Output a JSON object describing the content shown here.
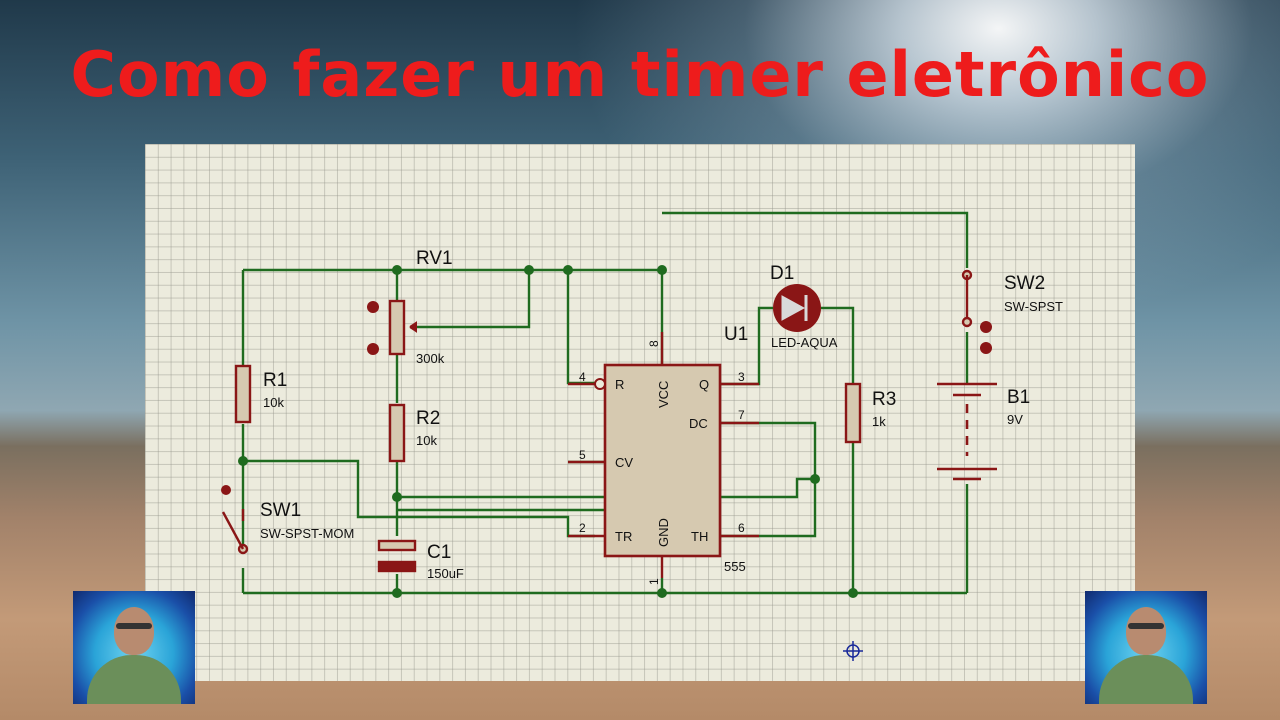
{
  "title": "Como fazer um timer eletrônico",
  "components": {
    "rv1": {
      "ref": "RV1",
      "value": "300k"
    },
    "r1": {
      "ref": "R1",
      "value": "10k"
    },
    "r2": {
      "ref": "R2",
      "value": "10k"
    },
    "r3": {
      "ref": "R3",
      "value": "1k"
    },
    "c1": {
      "ref": "C1",
      "value": "150uF"
    },
    "d1": {
      "ref": "D1",
      "value": "LED-AQUA"
    },
    "u1": {
      "ref": "U1",
      "value": "555"
    },
    "sw1": {
      "ref": "SW1",
      "value": "SW-SPST-MOM"
    },
    "sw2": {
      "ref": "SW2",
      "value": "SW-SPST"
    },
    "b1": {
      "ref": "B1",
      "value": "9V"
    }
  },
  "ic_pins": {
    "r": "R",
    "vcc": "VCC",
    "q": "Q",
    "dc": "DC",
    "cv": "CV",
    "tr": "TR",
    "gnd": "GND",
    "th": "TH",
    "n4": "4",
    "n8": "8",
    "n3": "3",
    "n7": "7",
    "n5": "5",
    "n2": "2",
    "n1": "1",
    "n6": "6"
  },
  "colors": {
    "title": "#ee1c1c",
    "wire": "#1f6b1f",
    "component": "#8a1616",
    "component_fill": "#d6c9b0",
    "grid": "#ecebdd"
  }
}
